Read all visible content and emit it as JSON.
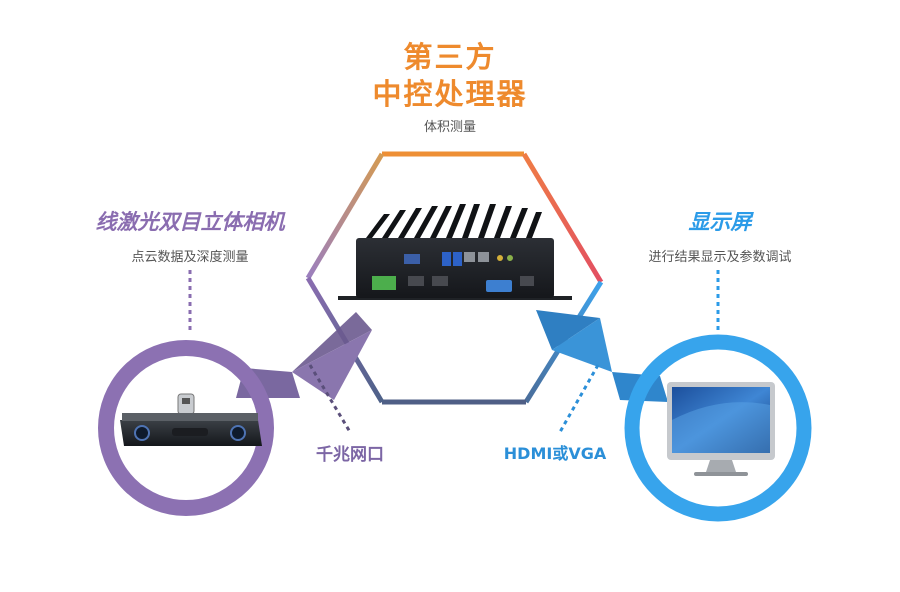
{
  "center": {
    "title_line1": "第三方",
    "title_line2": "中控处理器",
    "subtitle": "体积测量",
    "device": "industrial-fanless-mini-pc"
  },
  "left_node": {
    "title": "线激光双目立体相机",
    "subtitle": "点云数据及深度测量",
    "device": "stereo-laser-camera"
  },
  "right_node": {
    "title": "显示屏",
    "subtitle": "进行结果显示及参数调试",
    "device": "monitor"
  },
  "connections": {
    "left_label": "千兆网口",
    "right_label": "HDMI或VGA"
  },
  "colors": {
    "orange": "#ee8a2d",
    "red": "#e6515d",
    "purple": "#8a6db0",
    "blue": "#2b9be8",
    "slate": "#5a6a8a",
    "tan": "#c9926a"
  }
}
